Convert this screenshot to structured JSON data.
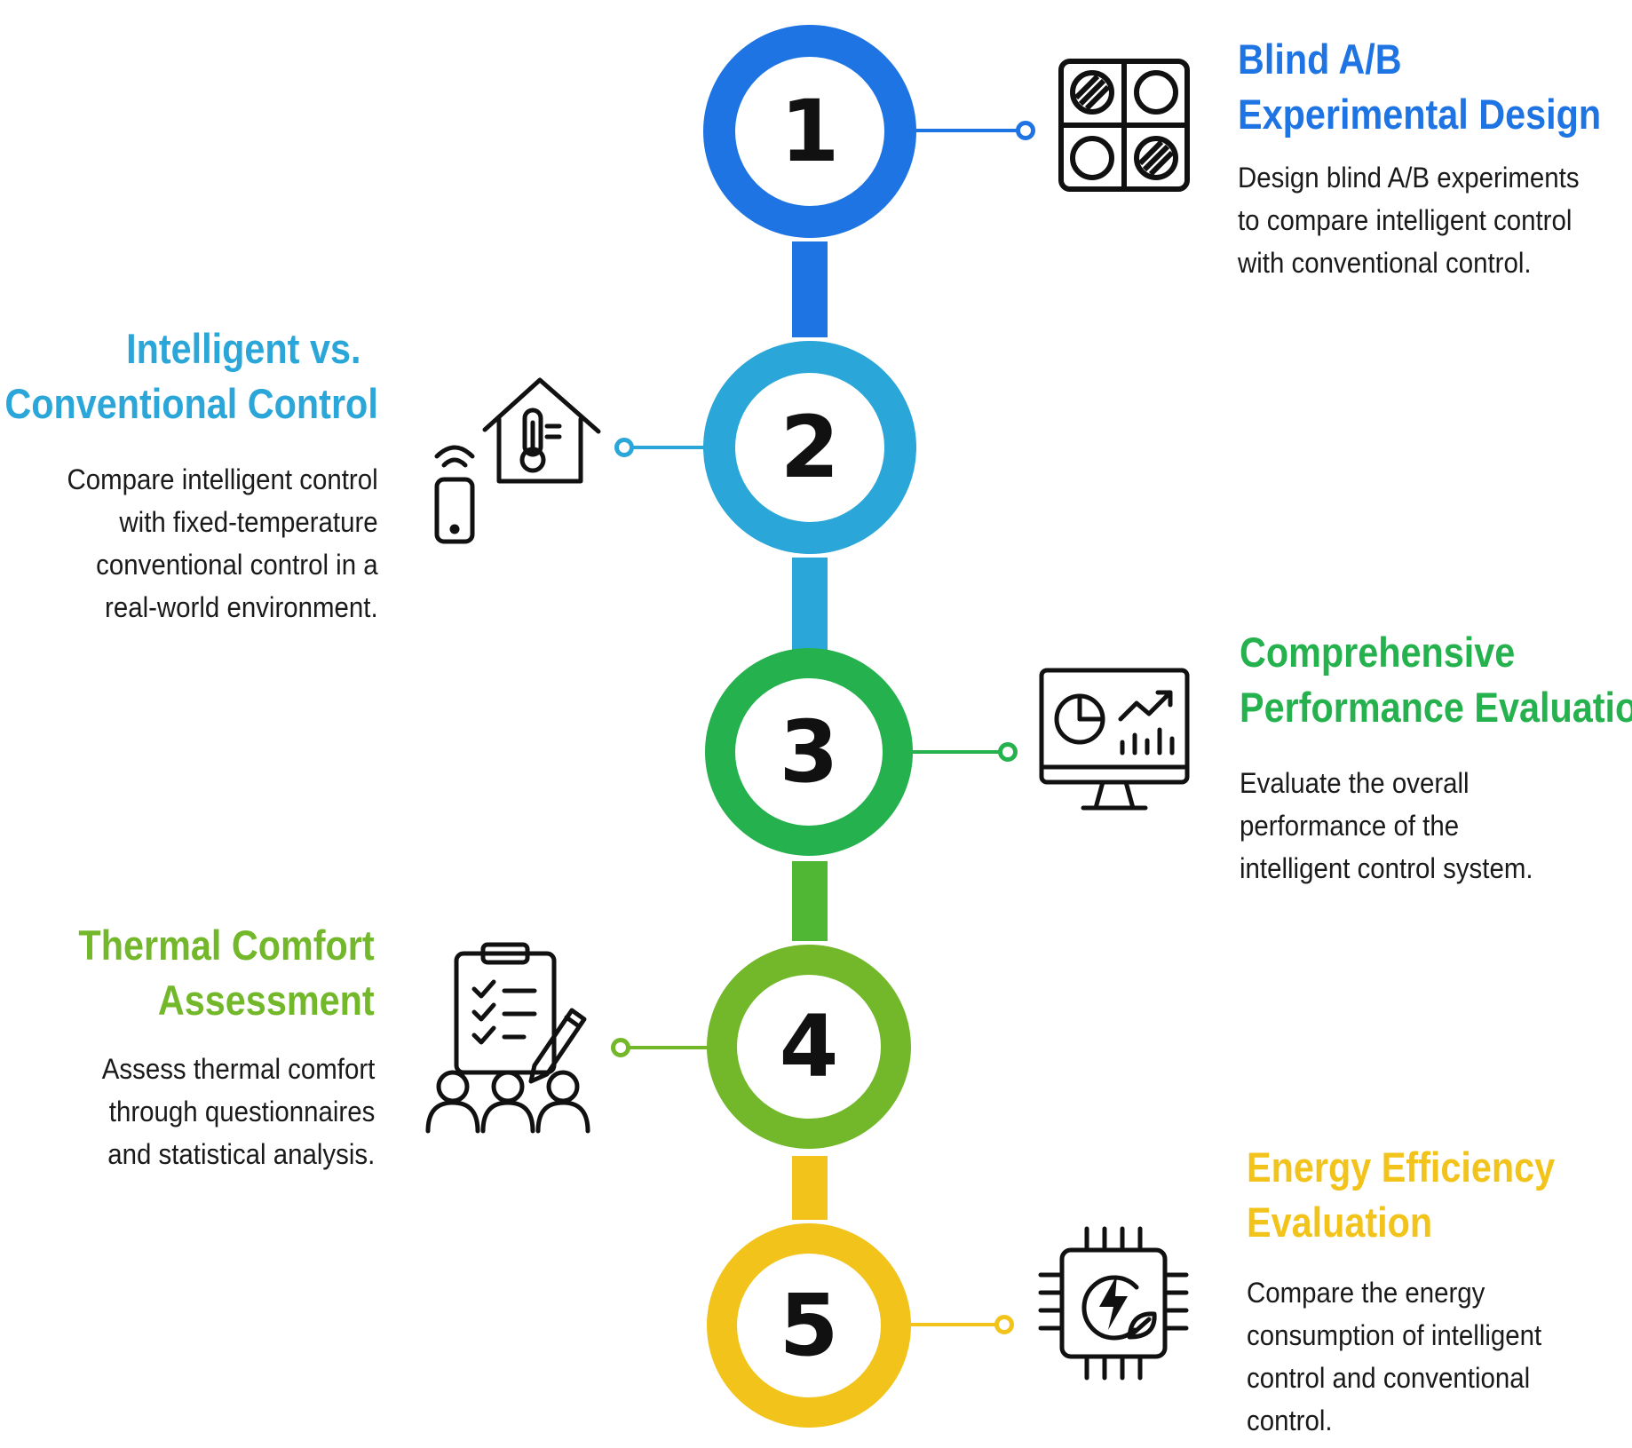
{
  "steps": [
    {
      "number": "1",
      "title_lines": [
        "Blind A/B",
        "Experimental Design"
      ],
      "desc_lines": [
        "Design blind A/B experiments",
        "to compare intelligent control",
        "with conventional control."
      ],
      "color": "#1f74e3",
      "icon": "ab-grid-icon"
    },
    {
      "number": "2",
      "title_lines": [
        "Intelligent vs.",
        "Conventional Control"
      ],
      "desc_lines": [
        "Compare intelligent control",
        "with fixed-temperature",
        "conventional control in a",
        "real-world environment."
      ],
      "color": "#2aa6d8",
      "icon": "smart-home-thermostat-icon"
    },
    {
      "number": "3",
      "title_lines": [
        "Comprehensive",
        "Performance Evaluation"
      ],
      "desc_lines": [
        "Evaluate the overall",
        "performance of the",
        "intelligent control system."
      ],
      "color": "#25b14d",
      "icon": "analytics-monitor-icon"
    },
    {
      "number": "4",
      "title_lines": [
        "Thermal Comfort",
        "Assessment"
      ],
      "desc_lines": [
        "Assess thermal comfort",
        "through questionnaires",
        "and statistical analysis."
      ],
      "color": "#72b82a",
      "icon": "survey-participants-icon"
    },
    {
      "number": "5",
      "title_lines": [
        "Energy Efficiency",
        "Evaluation"
      ],
      "desc_lines": [
        "Compare the energy",
        "consumption of intelligent",
        "control and conventional",
        "control."
      ],
      "color": "#f2c31a",
      "icon": "energy-chip-icon"
    }
  ]
}
